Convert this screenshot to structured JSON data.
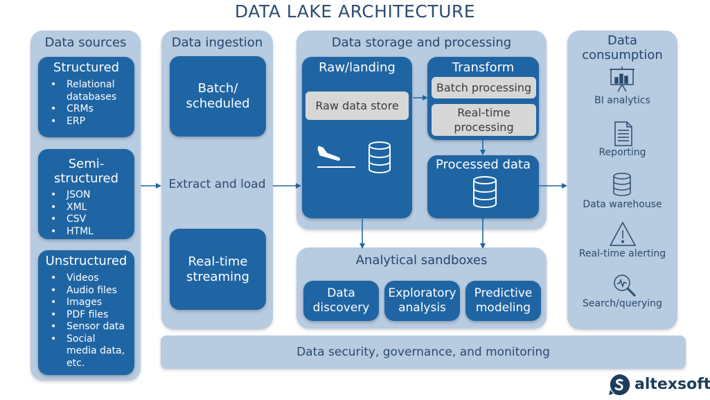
{
  "title": "DATA LAKE ARCHITECTURE",
  "sources": {
    "header": "Data sources",
    "structured": {
      "title": "Structured",
      "items": [
        "Relational",
        "databases",
        "CRMs",
        "ERP"
      ]
    },
    "semi": {
      "title": "Semi-structured",
      "items": [
        "JSON",
        "XML",
        "CSV",
        "HTML"
      ]
    },
    "unstructured": {
      "title": "Unstructured",
      "items": [
        "Videos",
        "Audio files",
        "Images",
        "PDF files",
        "Sensor data",
        "Social",
        "media data,",
        "etc."
      ]
    }
  },
  "ingestion": {
    "header": "Data ingestion",
    "batch": [
      "Batch/",
      "scheduled"
    ],
    "extract": "Extract and load",
    "realtime": [
      "Real-time",
      "streaming"
    ]
  },
  "storage": {
    "header": "Data storage and processing",
    "raw": {
      "title": "Raw/landing",
      "store": "Raw data store"
    },
    "transform": {
      "title": "Transform",
      "batch": "Batch processing",
      "realtime": [
        "Real-time",
        "processing"
      ]
    },
    "processed": {
      "title": "Processed data"
    }
  },
  "sandboxes": {
    "header": "Analytical sandboxes",
    "items": [
      [
        "Data",
        "discovery"
      ],
      [
        "Exploratory",
        "analysis"
      ],
      [
        "Predictive",
        "modeling"
      ]
    ]
  },
  "consumption": {
    "header": [
      "Data",
      "consumption"
    ],
    "items": [
      "BI analytics",
      "Reporting",
      "Data warehouse",
      "Real-time alerting",
      "Search/querying"
    ]
  },
  "bottom_bar": "Data security, governance, and monitoring",
  "brand": {
    "name": "altexsoft"
  },
  "colors": {
    "panel": "#b7cbe1",
    "dark": "#2065a3",
    "grey": "#d7d7d7",
    "text": "#2b4a6b"
  },
  "icons": [
    "presentation-chart-icon",
    "document-icon",
    "database-icon",
    "warning-triangle-icon",
    "search-magnifier-icon",
    "airplane-landing-icon"
  ]
}
